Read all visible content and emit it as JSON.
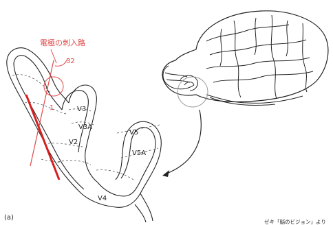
{
  "diagram": {
    "electrode_label": "電極の刺入路",
    "marker_32": "32",
    "marker_1": "1",
    "areas": {
      "v3": "V3",
      "v3a": "V3A",
      "v2": "V2",
      "v5": "V5",
      "v5a": "V5A",
      "v4": "V4"
    },
    "panel_label": "(a)",
    "credit": "ゼキ「脳のビジョン」より"
  },
  "colors": {
    "electrode_thin": "#e04848",
    "electrode_track": "#d61f1f",
    "outline": "#222222",
    "dashed": "#555555"
  }
}
